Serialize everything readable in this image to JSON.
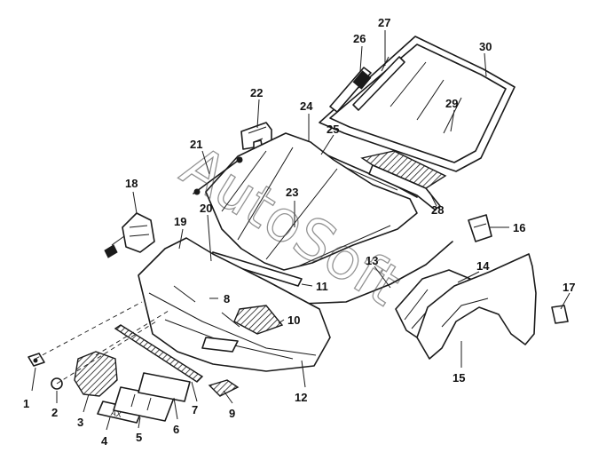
{
  "watermark": "AutoSoft",
  "plate_text": "AX",
  "labels": [
    {
      "id": "1",
      "text": "1"
    },
    {
      "id": "2",
      "text": "2"
    },
    {
      "id": "3",
      "text": "3"
    },
    {
      "id": "4",
      "text": "4"
    },
    {
      "id": "5",
      "text": "5"
    },
    {
      "id": "6",
      "text": "6"
    },
    {
      "id": "7",
      "text": "7"
    },
    {
      "id": "8",
      "text": "8"
    },
    {
      "id": "9",
      "text": "9"
    },
    {
      "id": "10",
      "text": "10"
    },
    {
      "id": "11",
      "text": "11"
    },
    {
      "id": "12",
      "text": "12"
    },
    {
      "id": "13",
      "text": "13"
    },
    {
      "id": "14",
      "text": "14"
    },
    {
      "id": "15",
      "text": "15"
    },
    {
      "id": "16",
      "text": "16"
    },
    {
      "id": "17",
      "text": "17"
    },
    {
      "id": "18",
      "text": "18"
    },
    {
      "id": "19",
      "text": "19"
    },
    {
      "id": "20",
      "text": "20"
    },
    {
      "id": "21",
      "text": "21"
    },
    {
      "id": "22",
      "text": "22"
    },
    {
      "id": "23",
      "text": "23"
    },
    {
      "id": "24",
      "text": "24"
    },
    {
      "id": "25",
      "text": "25"
    },
    {
      "id": "26",
      "text": "26"
    },
    {
      "id": "27",
      "text": "27"
    },
    {
      "id": "28",
      "text": "28"
    },
    {
      "id": "29",
      "text": "29"
    },
    {
      "id": "30",
      "text": "30"
    }
  ]
}
